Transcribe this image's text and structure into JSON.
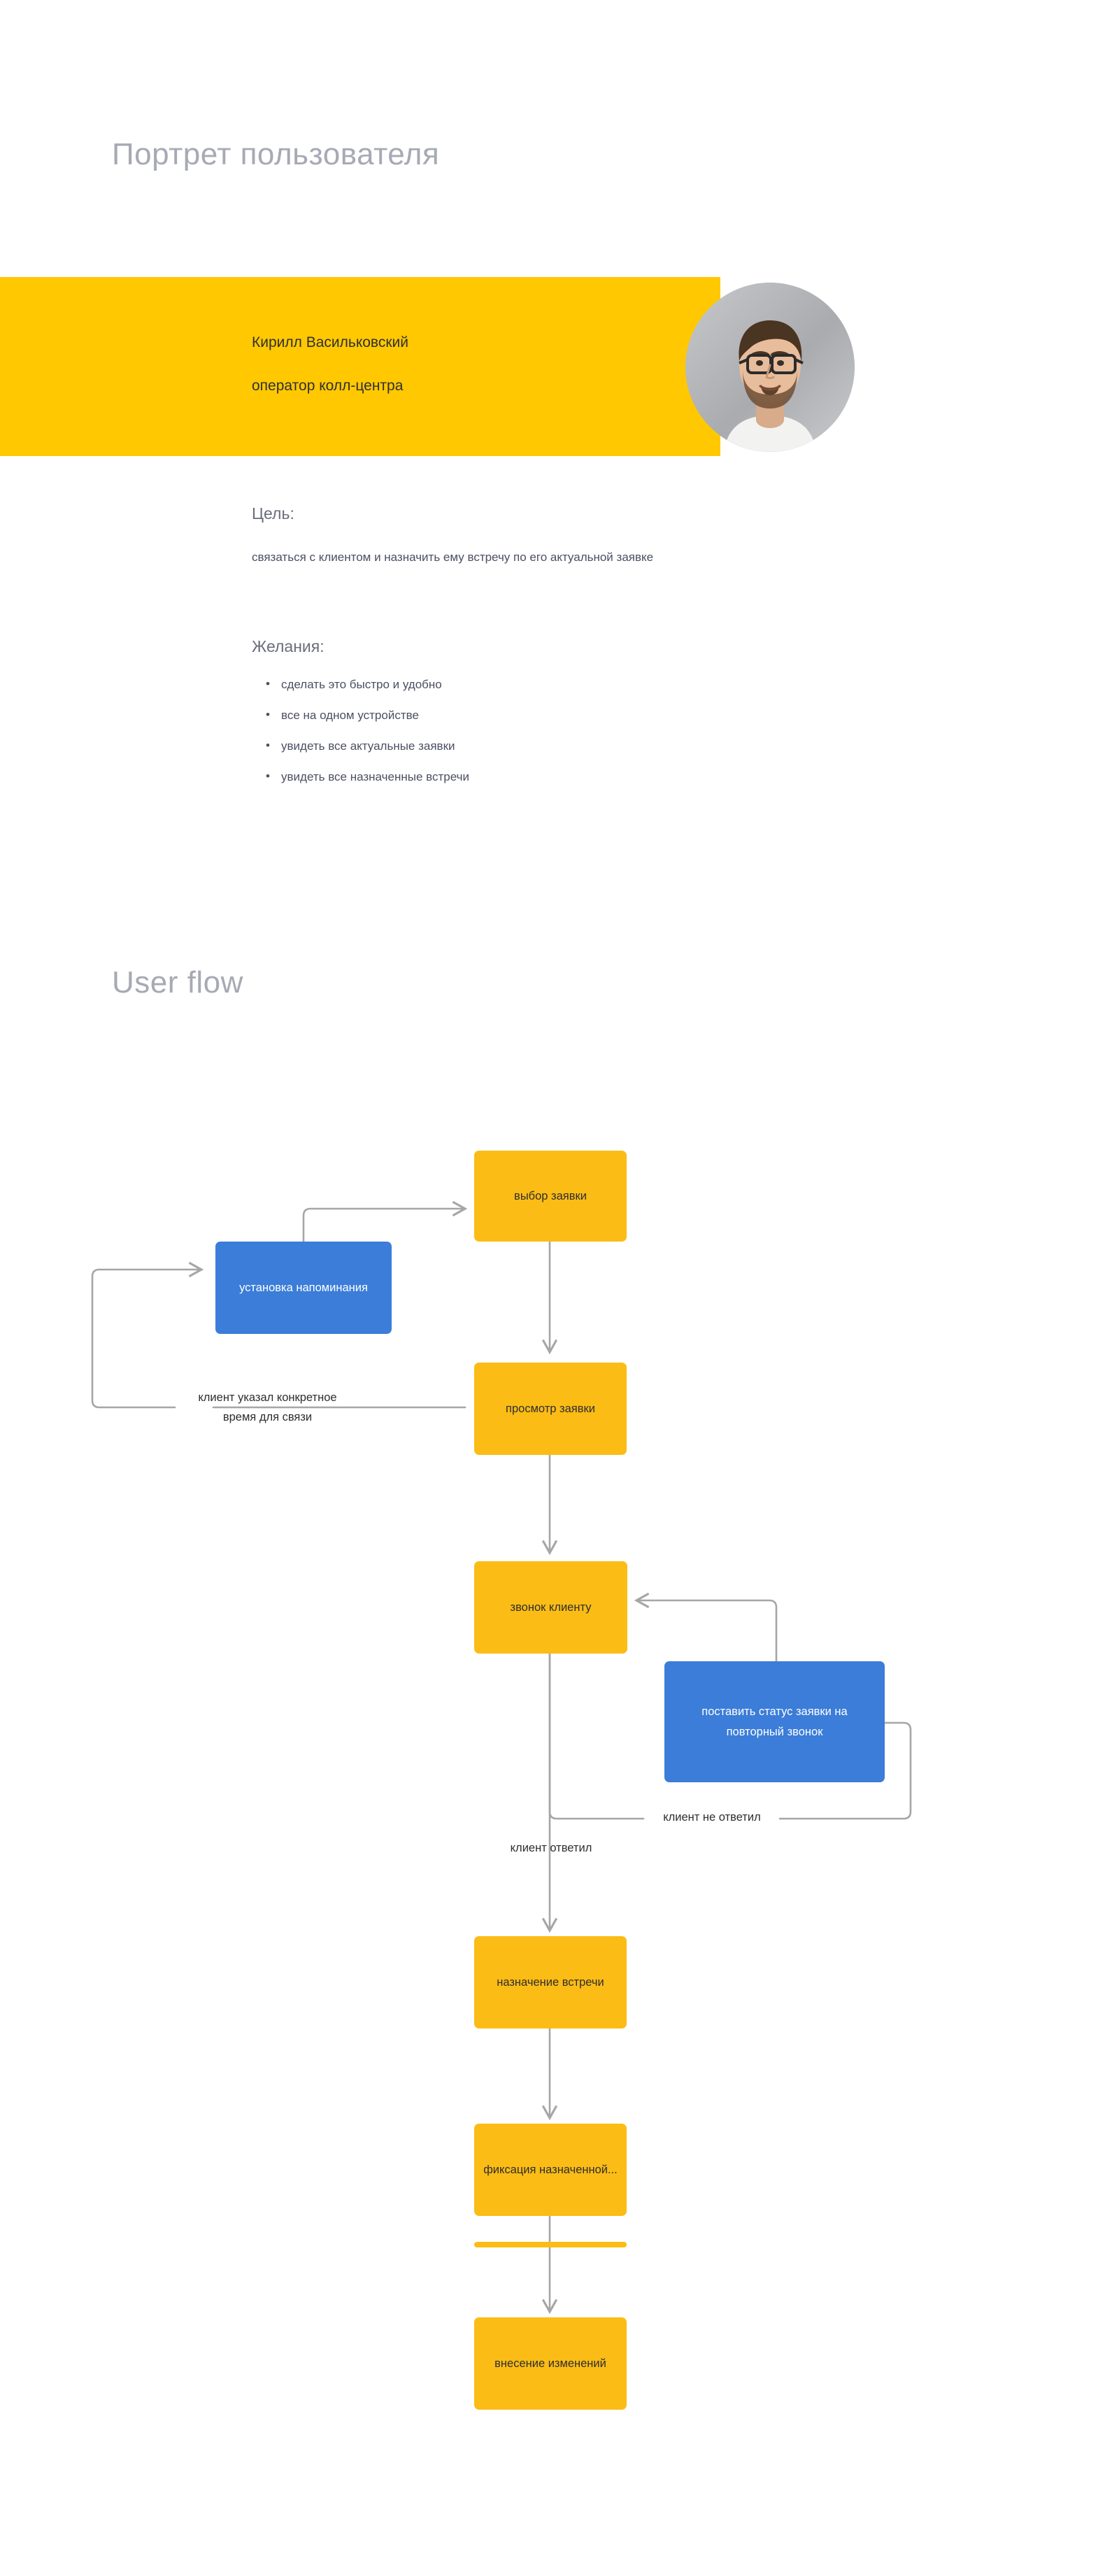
{
  "sections": {
    "portrait_title": "Портрет пользователя",
    "userflow_title": "User flow"
  },
  "persona": {
    "name": "Кирилл Васильковский",
    "role": "оператор колл-центра",
    "avatar_alt": "avatar-photo",
    "banner_color": "#ffc800",
    "goal_label": "Цель:",
    "goal_text": "связаться с клиентом и назначить ему встречу по его актуальной заявке",
    "wishes_label": "Желания:",
    "wishes": [
      "сделать это быстро и удобно",
      "все на одном устройстве",
      "увидеть все актуальные заявки",
      "увидеть все назначенные встречи"
    ]
  },
  "flow": {
    "node_color_primary": "#fbbc15",
    "node_color_secondary": "#3b7dd8",
    "edge_color": "#a6a6a6",
    "nodes": [
      {
        "id": "select-request",
        "label": "выбор заявки",
        "type": "primary"
      },
      {
        "id": "set-reminder",
        "label": "установка\nнапоминания",
        "type": "secondary"
      },
      {
        "id": "view-request",
        "label": "просмотр\nзаявки",
        "type": "primary"
      },
      {
        "id": "call-client",
        "label": "звонок клиенту",
        "type": "primary"
      },
      {
        "id": "set-recall",
        "label": "поставить статус\nзаявки на повторный\nзвонок",
        "type": "secondary"
      },
      {
        "id": "assign-meeting",
        "label": "назначение\nвстречи",
        "type": "primary"
      },
      {
        "id": "record-meeting",
        "label": "фиксация\nназначенной...",
        "type": "primary"
      },
      {
        "id": "apply-changes",
        "label": "внесение\nизменений",
        "type": "primary"
      }
    ],
    "edge_labels": [
      {
        "id": "client-gave-time",
        "text": "клиент указал конкретное\nвремя для связи"
      },
      {
        "id": "client-not-answered",
        "text": "клиент не ответил"
      },
      {
        "id": "client-answered",
        "text": "клиент ответил"
      }
    ]
  }
}
